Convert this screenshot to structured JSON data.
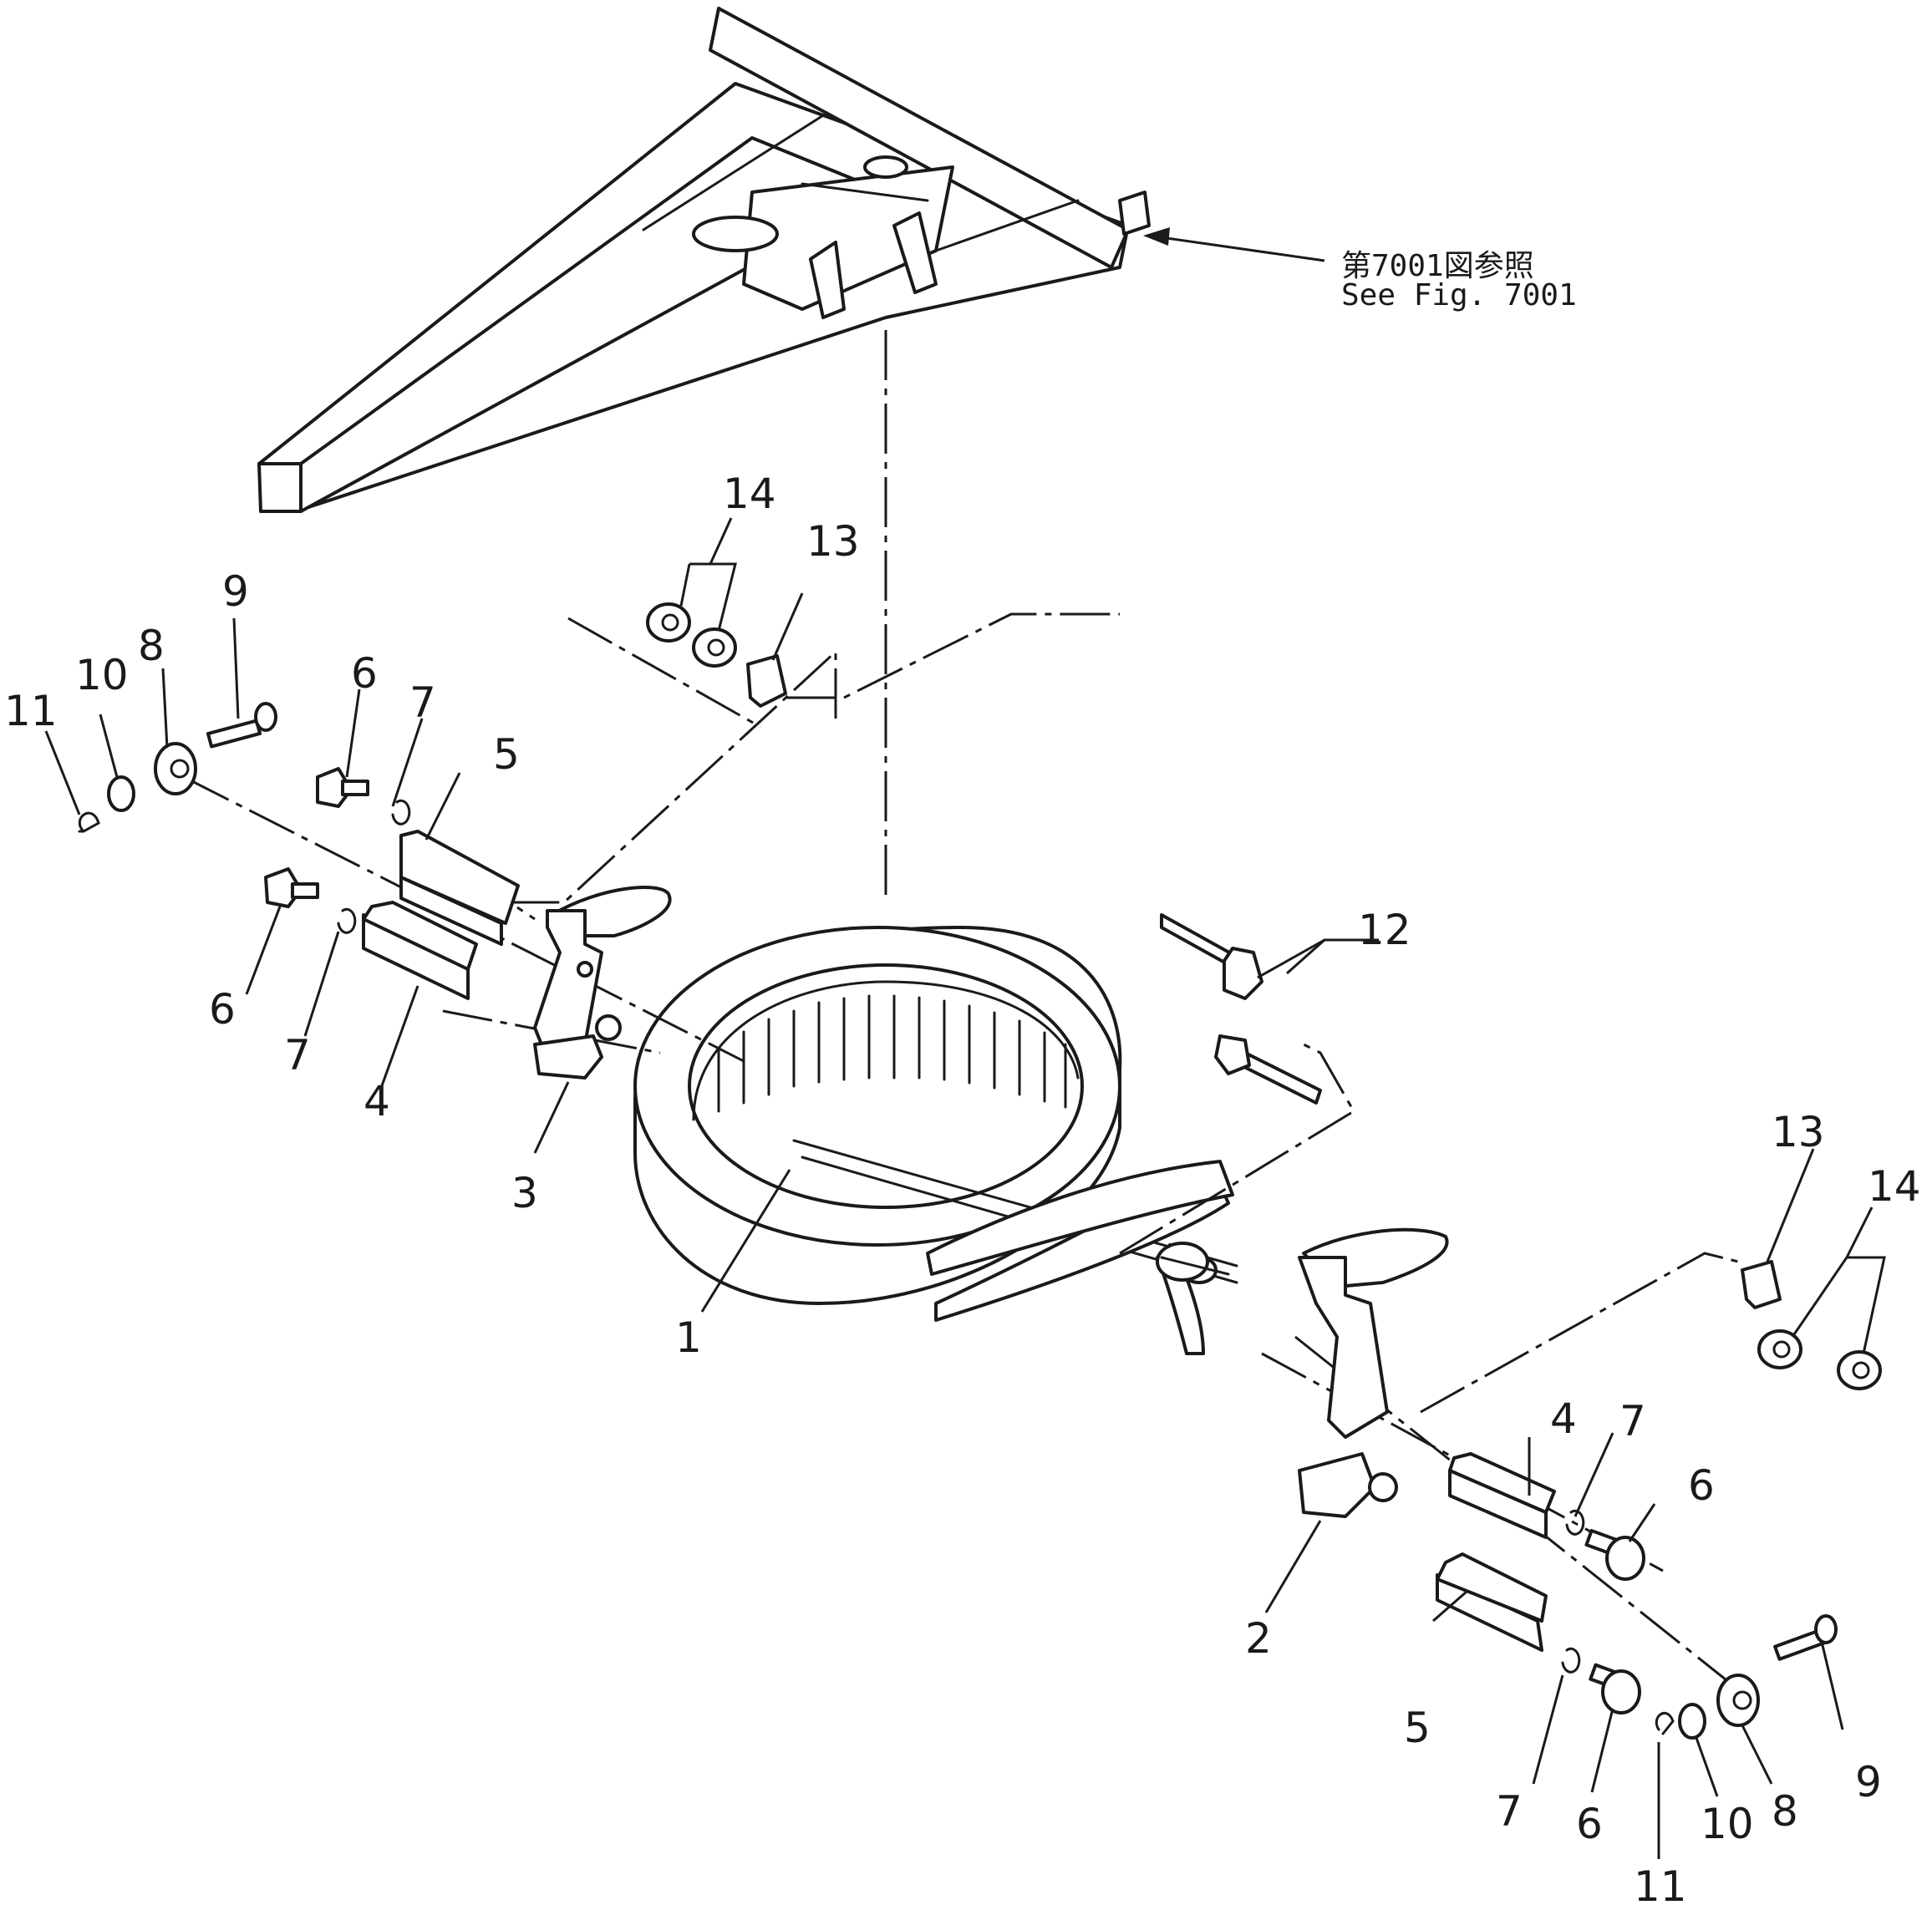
{
  "reference_note": {
    "japanese": "第7001図参照",
    "english": "See Fig. 7001"
  },
  "callouts": {
    "c1": "1",
    "c2": "2",
    "c3": "3",
    "c4_left": "4",
    "c4_right": "4",
    "c5_left": "5",
    "c5_right": "5",
    "c6_upper_left": "6",
    "c6_lower_left": "6",
    "c6_upper_right": "6",
    "c6_lower_right": "6",
    "c7_upper_left": "7",
    "c7_lower_left": "7",
    "c7_upper_right": "7",
    "c7_lower_right": "7",
    "c8_left": "8",
    "c8_right": "8",
    "c9_left": "9",
    "c9_right": "9",
    "c10_left": "10",
    "c10_right": "10",
    "c11_left": "11",
    "c11_right": "11",
    "c12": "12",
    "c13_left": "13",
    "c13_right": "13",
    "c14_left": "14",
    "c14_right": "14"
  },
  "colors": {
    "ink": "#1a1a1a",
    "paper": "#ffffff"
  }
}
